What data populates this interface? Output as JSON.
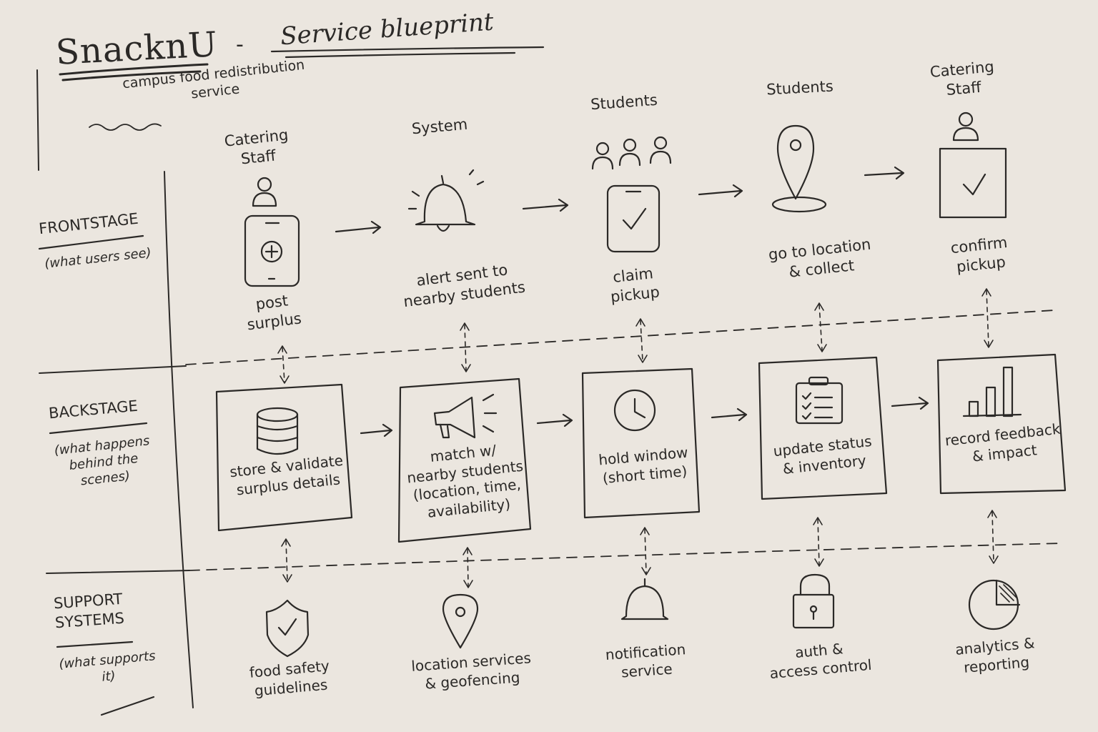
{
  "header": {
    "title": "SnacknU",
    "dash": "-",
    "subtitle": "Service blueprint",
    "tagline": "campus food redistribution\nservice"
  },
  "lanes": {
    "frontstage": {
      "name": "FRONTSTAGE",
      "note": "(what users see)"
    },
    "backstage": {
      "name": "BACKSTAGE",
      "note": "(what happens\nbehind the\nscenes)"
    },
    "support": {
      "name": "SUPPORT\nSYSTEMS",
      "note": "(what supports\nit)"
    }
  },
  "actors": {
    "catering1": "Catering\nStaff",
    "system": "System",
    "students1": "Students",
    "students2": "Students",
    "catering2": "Catering\nStaff"
  },
  "frontstage_steps": {
    "post": "post\nsurplus",
    "alert": "alert sent to\nnearby students",
    "claim": "claim\npickup",
    "go": "go to location\n& collect",
    "confirm": "confirm\npickup"
  },
  "backstage_steps": {
    "store": "store & validate\nsurplus details",
    "match": "match w/\nnearby students\n(location, time,\navailability)",
    "hold": "hold window\n(short time)",
    "update": "update status\n& inventory",
    "record": "record feedback\n& impact"
  },
  "support_systems": {
    "food": "food safety\nguidelines",
    "location": "location services\n& geofencing",
    "notification": "notification\nservice",
    "auth": "auth &\naccess control",
    "analytics": "analytics &\nreporting"
  },
  "colors": {
    "paper": "#ebe6df",
    "ink": "#2b2927"
  }
}
